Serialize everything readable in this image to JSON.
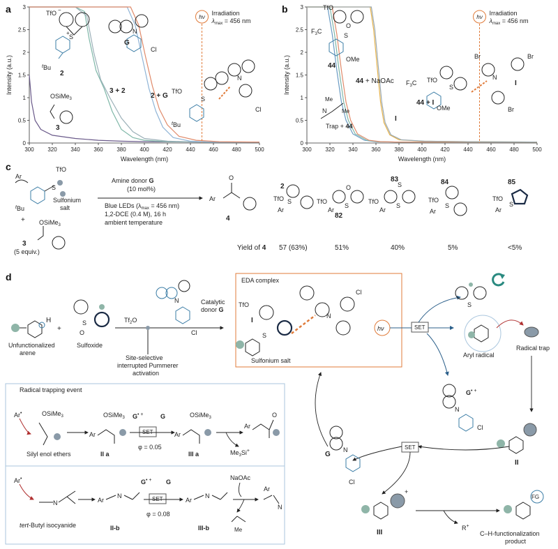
{
  "panels": {
    "a": "a",
    "b": "b",
    "c": "c",
    "d": "d"
  },
  "chart_data": [
    {
      "type": "line",
      "panel": "a",
      "xlabel": "Wavelength (nm)",
      "ylabel": "Intensity (a.u.)",
      "xlim": [
        300,
        500
      ],
      "ylim": [
        0,
        3
      ],
      "xticks": [
        "300",
        "320",
        "340",
        "360",
        "380",
        "400",
        "420",
        "440",
        "460",
        "480",
        "500"
      ],
      "yticks": [
        "0",
        "0.5",
        "1",
        "1.5",
        "2",
        "2.5",
        "3"
      ],
      "annotation": {
        "hv": "hν",
        "irr1": "Irradiation",
        "irr2": "λ",
        "irr2sub": "max",
        "irr3": " = 456 nm"
      },
      "irradiation_x": 450,
      "series": [
        {
          "name": "3",
          "color": "#6a5a8a",
          "x": [
            300,
            302,
            305,
            310,
            320,
            340,
            360,
            380,
            400,
            450,
            500
          ],
          "y": [
            1.5,
            0.9,
            0.5,
            0.3,
            0.17,
            0.1,
            0.06,
            0.04,
            0.03,
            0.02,
            0.02
          ]
        },
        {
          "name": "2",
          "color": "#7fb7a8",
          "x": [
            300,
            330,
            340,
            348,
            352,
            358,
            365,
            372,
            380,
            390,
            400,
            420,
            450,
            500
          ],
          "y": [
            3,
            3,
            3,
            2.9,
            2.3,
            1.6,
            1.2,
            0.7,
            0.3,
            0.12,
            0.06,
            0.03,
            0.02,
            0.02
          ]
        },
        {
          "name": "3 + 2",
          "color": "#9bb0b8",
          "x": [
            300,
            340,
            350,
            356,
            362,
            370,
            380,
            390,
            400,
            420,
            450,
            500
          ],
          "y": [
            3,
            3,
            2.8,
            2.0,
            1.4,
            1.0,
            0.55,
            0.25,
            0.1,
            0.04,
            0.02,
            0.02
          ]
        },
        {
          "name": "G",
          "color": "#8fb4d6",
          "x": [
            300,
            385,
            392,
            398,
            404,
            410,
            416,
            425,
            440,
            460,
            500
          ],
          "y": [
            3,
            3,
            2.6,
            1.9,
            1.2,
            0.7,
            0.35,
            0.12,
            0.04,
            0.02,
            0.02
          ]
        },
        {
          "name": "2 + G",
          "color": "#e08a6a",
          "x": [
            300,
            388,
            395,
            401,
            407,
            413,
            420,
            430,
            445,
            465,
            500
          ],
          "y": [
            3,
            3,
            2.6,
            1.9,
            1.25,
            0.75,
            0.4,
            0.15,
            0.06,
            0.03,
            0.02
          ]
        }
      ],
      "labels": {
        "s2": "2",
        "sG": "G",
        "s32": "3 + 2",
        "s2G": "2 + G",
        "s3": "3",
        "OSiMe3": "OSiMe",
        "OSiMe3sub": "3",
        "TfO": "TfO",
        "tBu": "Bu",
        "tBu_sup": "t",
        "S": "S",
        "Cl": "Cl",
        "N": "N",
        "plus": "+",
        "minus": "−"
      }
    },
    {
      "type": "line",
      "panel": "b",
      "xlabel": "Wavelength (nm)",
      "ylabel": "Intensity (a.u.)",
      "xlim": [
        300,
        500
      ],
      "ylim": [
        0,
        3
      ],
      "xticks": [
        "300",
        "320",
        "340",
        "360",
        "380",
        "400",
        "420",
        "440",
        "460",
        "480",
        "500"
      ],
      "yticks": [
        "0",
        "0.5",
        "1",
        "1.5",
        "2",
        "2.5",
        "3"
      ],
      "annotation": {
        "hv": "hν",
        "irr1": "Irradiation",
        "irr2": "λ",
        "irr2sub": "max",
        "irr3": " = 456 nm"
      },
      "irradiation_x": 450,
      "series": [
        {
          "name": "44",
          "color": "#6a9bc4",
          "x": [
            300,
            318,
            322,
            326,
            330,
            334,
            340,
            350,
            360,
            380,
            500
          ],
          "y": [
            3,
            3,
            2.4,
            1.6,
            0.9,
            0.5,
            0.2,
            0.06,
            0.03,
            0.02,
            0.02
          ]
        },
        {
          "name": "44 + NaOAc",
          "color": "#7fb7a8",
          "x": [
            300,
            320,
            324,
            328,
            332,
            336,
            342,
            352,
            362,
            380,
            500
          ],
          "y": [
            3,
            3,
            2.4,
            1.6,
            0.9,
            0.5,
            0.2,
            0.06,
            0.03,
            0.02,
            0.02
          ]
        },
        {
          "name": "Trap + 44",
          "color": "#e08a6a",
          "x": [
            300,
            322,
            326,
            330,
            334,
            338,
            344,
            354,
            364,
            380,
            500
          ],
          "y": [
            3,
            3,
            2.4,
            1.6,
            0.9,
            0.5,
            0.2,
            0.06,
            0.03,
            0.02,
            0.02
          ]
        },
        {
          "name": "I",
          "color": "#e6b24a",
          "x": [
            300,
            355,
            358,
            361,
            364,
            367,
            372,
            380,
            400,
            440,
            500
          ],
          "y": [
            3,
            3,
            2.5,
            1.7,
            0.9,
            0.45,
            0.18,
            0.07,
            0.04,
            0.03,
            0.02
          ]
        },
        {
          "name": "44 + I",
          "color": "#9aa9b2",
          "x": [
            300,
            356,
            359,
            362,
            365,
            368,
            373,
            382,
            402,
            440,
            500
          ],
          "y": [
            3,
            3,
            2.5,
            1.7,
            0.9,
            0.45,
            0.18,
            0.07,
            0.04,
            0.03,
            0.02
          ]
        }
      ],
      "labels": {
        "s44": "44",
        "s44Na": "44 + NaOAc",
        "strap": "Trap + 44",
        "sI": "I",
        "s44I": "44 + I",
        "F3C": "F",
        "F3Csub": "3",
        "F3Cend": "C",
        "OMe": "OMe",
        "TfO": "TfO",
        "Br": "Br",
        "Me": "Me",
        "N": "N",
        "O": "O",
        "S": "S",
        "I": "I"
      }
    }
  ],
  "panel_c": {
    "TfO": "TfO",
    "Ar": "Ar",
    "sulfonium1": "Sulfonium",
    "sulfonium2": "salt",
    "tBu": "Bu",
    "tBu_sup": "t",
    "plus": "+",
    "OSiMe3": "OSiMe",
    "OSiMe3sub": "3",
    "num3": "3",
    "equiv": "(5 equiv.)",
    "cond1a": "Amine donor ",
    "cond1b": "G",
    "cond2": "(10 mol%)",
    "cond3a": "Blue LEDs (λ",
    "cond3sub": "max",
    "cond3b": " = 456 nm)",
    "cond4": "1,2-DCE (0.4 M), 16 h",
    "cond5": "ambient temperature",
    "product": "4",
    "O": "O",
    "yield_label": "Yield of ",
    "yield_label_bold": "4",
    "compounds": [
      {
        "id": "2",
        "yield": "57 (63%)"
      },
      {
        "id": "82",
        "yield": "51%"
      },
      {
        "id": "83",
        "yield": "40%"
      },
      {
        "id": "84",
        "yield": "5%"
      },
      {
        "id": "85",
        "yield": "<5%"
      }
    ],
    "S": "S",
    "O82": "O",
    "S83": "S"
  },
  "panel_d": {
    "H": "H",
    "unfunc1": "Unfunctionalized",
    "unfunc2": "arene",
    "plus": "+",
    "sulfoxide": "Sulfoxide",
    "S": "S",
    "O": "O",
    "Tf2O": "Tf",
    "Tf2Osub": "2",
    "Tf2Oend": "O",
    "site1": "Site-selective",
    "site2": "interrupted Pummerer",
    "site3": "activation",
    "catalytic1": "Catalytic",
    "catalytic2": "donor ",
    "catalytic2b": "G",
    "Cl": "Cl",
    "N": "N",
    "TfO": "TfO",
    "eda": "EDA complex",
    "I": "I",
    "sulfonium_salt": "Sulfonium salt",
    "hv": "hν",
    "SET": "SET",
    "aryl_radical": "Aryl radical",
    "radical_trap": "Radical trap",
    "Gplus": "G",
    "II": "II",
    "III": "III",
    "Rplus": "R",
    "FG": "FG",
    "product1": "C–H-functionalization",
    "product2": "product",
    "G": "G",
    "box_title": "Radical trapping event",
    "Ar": "Ar",
    "OSiMe3": "OSiMe",
    "OSiMe3sub": "3",
    "silyl": "Silyl enol ethers",
    "IIa": "II a",
    "IIIa": "III a",
    "phi1": "φ = 0.05",
    "Me3Si": "Me",
    "Me3Sisub": "3",
    "Me3Siend": "Si",
    "O_ketone": "O",
    "tbutyl_italic": "tert",
    "tbutyl_rest": "-Butyl isocyanide",
    "IIb": "II-b",
    "IIIb": "III-b",
    "phi2": "φ = 0.08",
    "NaOAc": "NaOAc",
    "Me": "Me"
  }
}
